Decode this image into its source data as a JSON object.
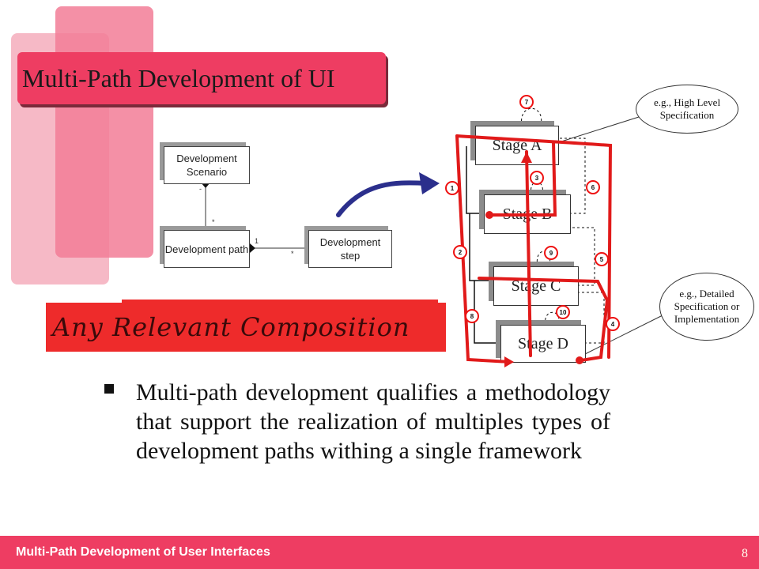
{
  "slide": {
    "title": "Multi-Path Development of UI",
    "page_number": "8",
    "footer_title": "Multi-Path Development of User Interfaces"
  },
  "uml": {
    "scenario": "Development Scenario",
    "path": "Development path",
    "step": "Development step",
    "mult_scenario_bottom": "-",
    "mult_path_top": "*",
    "mult_path_right": "1",
    "mult_step_left": "*"
  },
  "stages": [
    "Stage A",
    "Stage B",
    "Stage C",
    "Stage D"
  ],
  "markers": [
    "1",
    "2",
    "3",
    "4",
    "5",
    "6",
    "7",
    "8",
    "9",
    "10"
  ],
  "callouts": {
    "top": "e.g., High Level Specification",
    "bottom": "e.g., Detailed Specification or Implementation"
  },
  "composition_label": "Any Relevant Composition",
  "bullet": "Multi-path development qualifies a methodology that support the realization of multiples types of development paths withing a single framework",
  "colors": {
    "title_bar": "#ee3d62",
    "footer": "#ee3d62",
    "composition_bg": "#ee2b2b",
    "red_path": "#e11a1a",
    "blue_arrow": "#2b2f8c"
  }
}
